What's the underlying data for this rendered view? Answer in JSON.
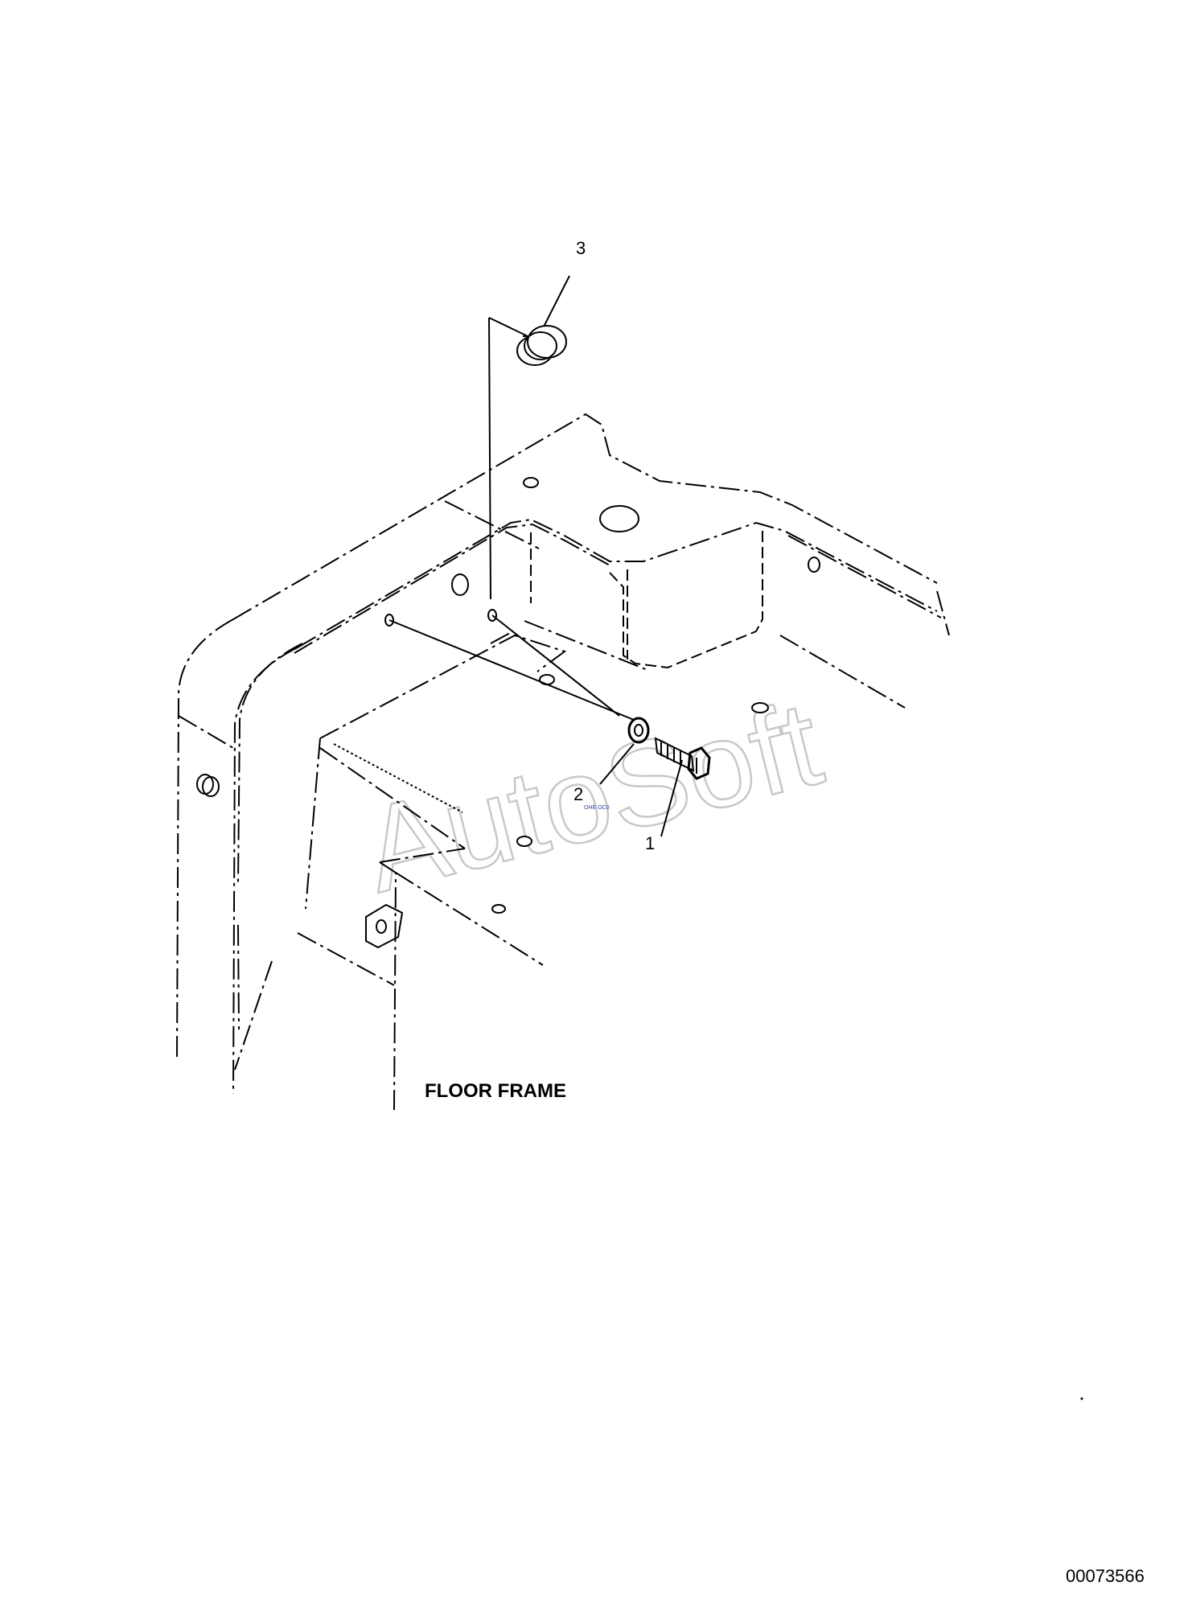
{
  "diagram": {
    "callouts": [
      {
        "id": "callout-1",
        "text": "1"
      },
      {
        "id": "callout-2",
        "text": "2"
      },
      {
        "id": "callout-3",
        "text": "3"
      }
    ],
    "frame_label": "FLOOR FRAME",
    "document_number": "00073566",
    "watermark": "AutoSoft",
    "stamp_text": "OHE OC0"
  }
}
